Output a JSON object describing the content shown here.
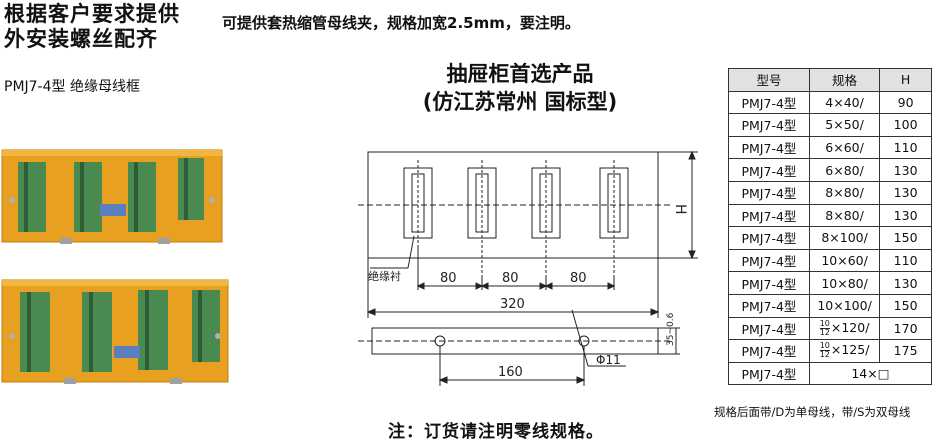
{
  "header": {
    "line1": "根据客户要求提供",
    "line2": "外安装螺丝配齐",
    "note": "可提供套热缩管母线夹，规格加宽2.5mm，要注明。"
  },
  "product_label": "PMJ7-4型   绝缘母线框",
  "center_title": {
    "line1": "抽屉柜首选产品",
    "line2": "(仿江苏常州  国标型)"
  },
  "drawing": {
    "h_label": "H",
    "insulator_label": "绝缘衬",
    "spacing_labels": [
      "80",
      "80",
      "80"
    ],
    "overall_width": "320",
    "side_thickness": "35~0.6",
    "hole_spacing": "160",
    "hole_diameter": "Φ11"
  },
  "spec_table": {
    "headers": [
      "型号",
      "规格",
      "H"
    ],
    "rows": [
      {
        "model": "PMJ7-4型",
        "spec": "4×40/",
        "h": "90"
      },
      {
        "model": "PMJ7-4型",
        "spec": "5×50/",
        "h": "100"
      },
      {
        "model": "PMJ7-4型",
        "spec": "6×60/",
        "h": "110"
      },
      {
        "model": "PMJ7-4型",
        "spec": "6×80/",
        "h": "130"
      },
      {
        "model": "PMJ7-4型",
        "spec": "8×80/",
        "h": "130"
      },
      {
        "model": "PMJ7-4型",
        "spec": "8×80/",
        "h": "130"
      },
      {
        "model": "PMJ7-4型",
        "spec": "8×100/",
        "h": "150"
      },
      {
        "model": "PMJ7-4型",
        "spec": "10×60/",
        "h": "110"
      },
      {
        "model": "PMJ7-4型",
        "spec": "10×80/",
        "h": "130"
      },
      {
        "model": "PMJ7-4型",
        "spec": "10×100/",
        "h": "150"
      },
      {
        "model": "PMJ7-4型",
        "frac_top": "10",
        "frac_bottom": "12",
        "spec": "×120/",
        "h": "170"
      },
      {
        "model": "PMJ7-4型",
        "frac_top": "10",
        "frac_bottom": "12",
        "spec": "×125/",
        "h": "175"
      },
      {
        "model": "PMJ7-4型",
        "spec_span": "14×□"
      }
    ],
    "footnote": "规格后面带/D为单母线，带/S为双母线"
  },
  "footer_note": "注：订货请注明零线规格。",
  "colors": {
    "frame_orange": "#e8a020",
    "frame_edge": "#c07a10",
    "slot_green": "#4a8a50",
    "header_gray": "#e2e2e2"
  }
}
